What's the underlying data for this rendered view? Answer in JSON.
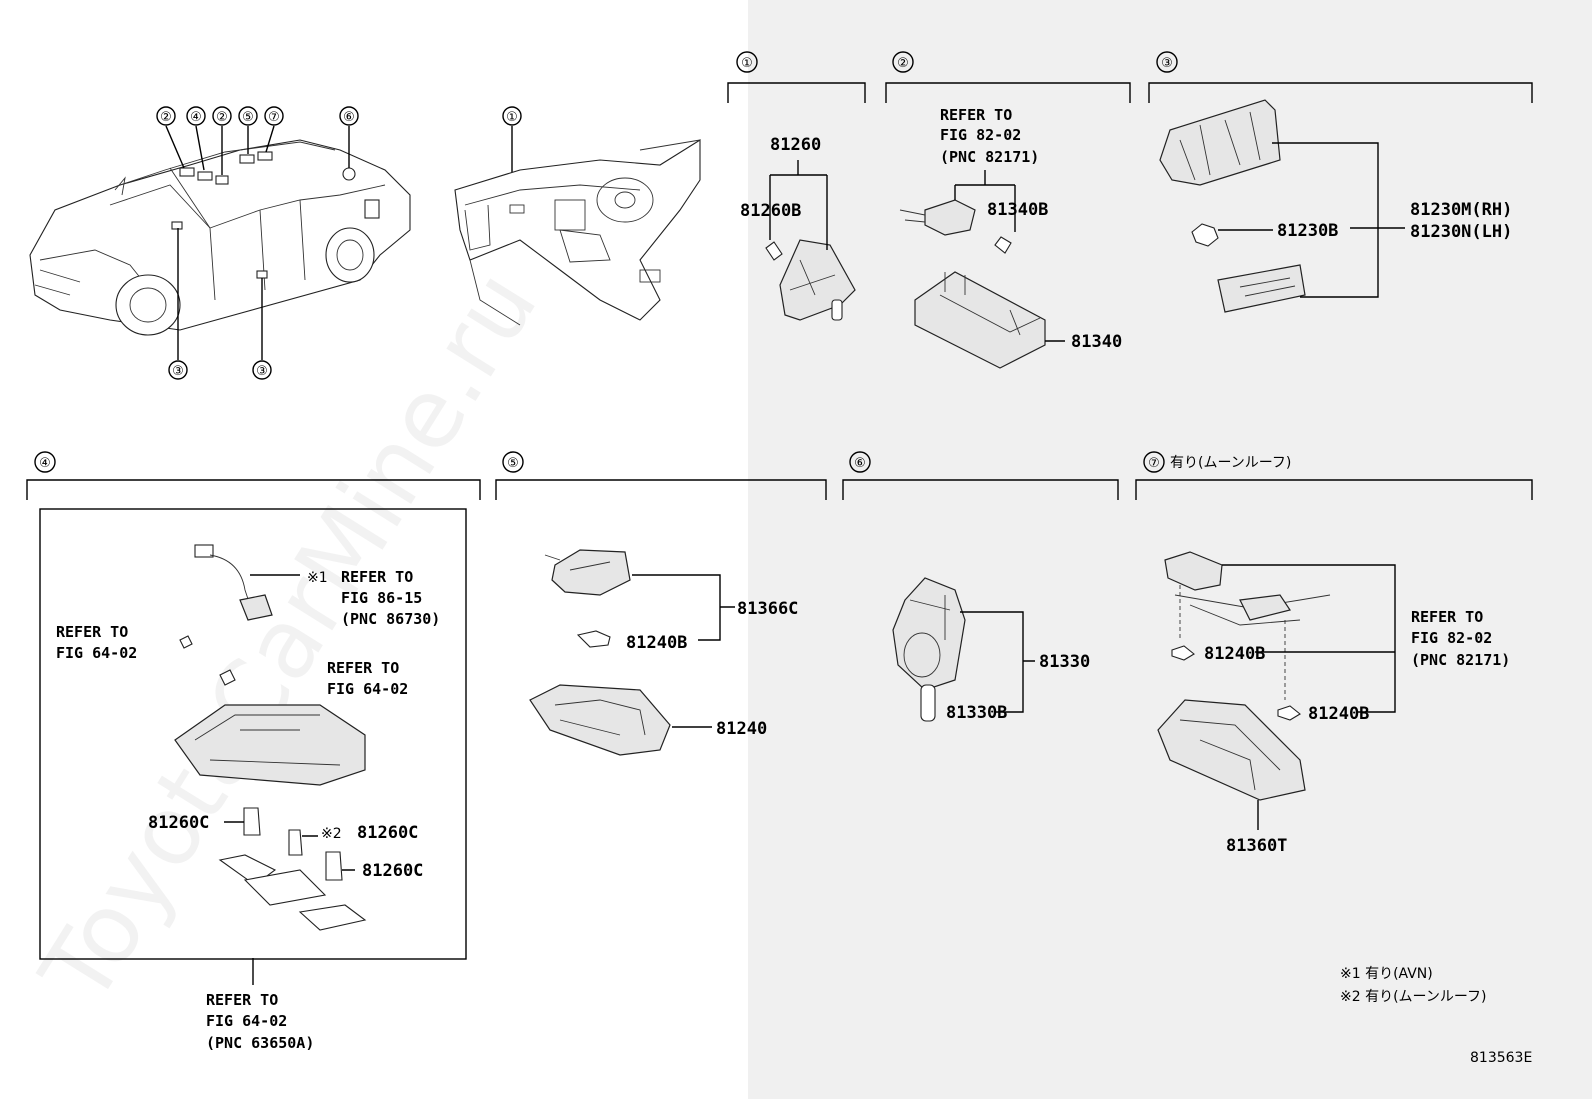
{
  "watermark": "ToyotaCarMine.ru",
  "figure_id": "813563E",
  "callouts": {
    "c1": "①",
    "c2": "②",
    "c3": "③",
    "c4": "④",
    "c5": "⑤",
    "c6": "⑥",
    "c7": "⑦"
  },
  "section7_label": "有り(ムーンルーフ)",
  "sections": {
    "s1": {
      "p81260": "81260",
      "p81260B": "81260B"
    },
    "s2": {
      "ref_l1": "REFER TO",
      "ref_l2": "FIG 82-02",
      "ref_l3": "(PNC 82171)",
      "p81340B": "81340B",
      "p81340": "81340"
    },
    "s3": {
      "p81230B": "81230B",
      "p81230M": "81230M(RH)",
      "p81230N": "81230N(LH)"
    },
    "s4": {
      "ref1_mark": "※1",
      "ref1_l1": "REFER TO",
      "ref1_l2": "FIG 86-15",
      "ref1_l3": "(PNC 86730)",
      "ref2_l1": "REFER TO",
      "ref2_l2": "FIG 64-02",
      "ref3_l1": "REFER TO",
      "ref3_l2": "FIG 64-02",
      "p81260C_a": "81260C",
      "mark2": "※2",
      "p81260C_b": "81260C",
      "p81260C_c": "81260C",
      "bottom_l1": "REFER TO",
      "bottom_l2": "FIG 64-02",
      "bottom_l3": "(PNC 63650A)"
    },
    "s5": {
      "p81366C": "81366C",
      "p81240B": "81240B",
      "p81240": "81240"
    },
    "s6": {
      "p81330": "81330",
      "p81330B": "81330B"
    },
    "s7": {
      "p81240B_a": "81240B",
      "p81240B_b": "81240B",
      "p81360T": "81360T",
      "ref_l1": "REFER TO",
      "ref_l2": "FIG 82-02",
      "ref_l3": "(PNC 82171)"
    }
  },
  "footnotes": {
    "n1": "※1 有り(AVN)",
    "n2": "※2 有り(ムーンルーフ)"
  }
}
